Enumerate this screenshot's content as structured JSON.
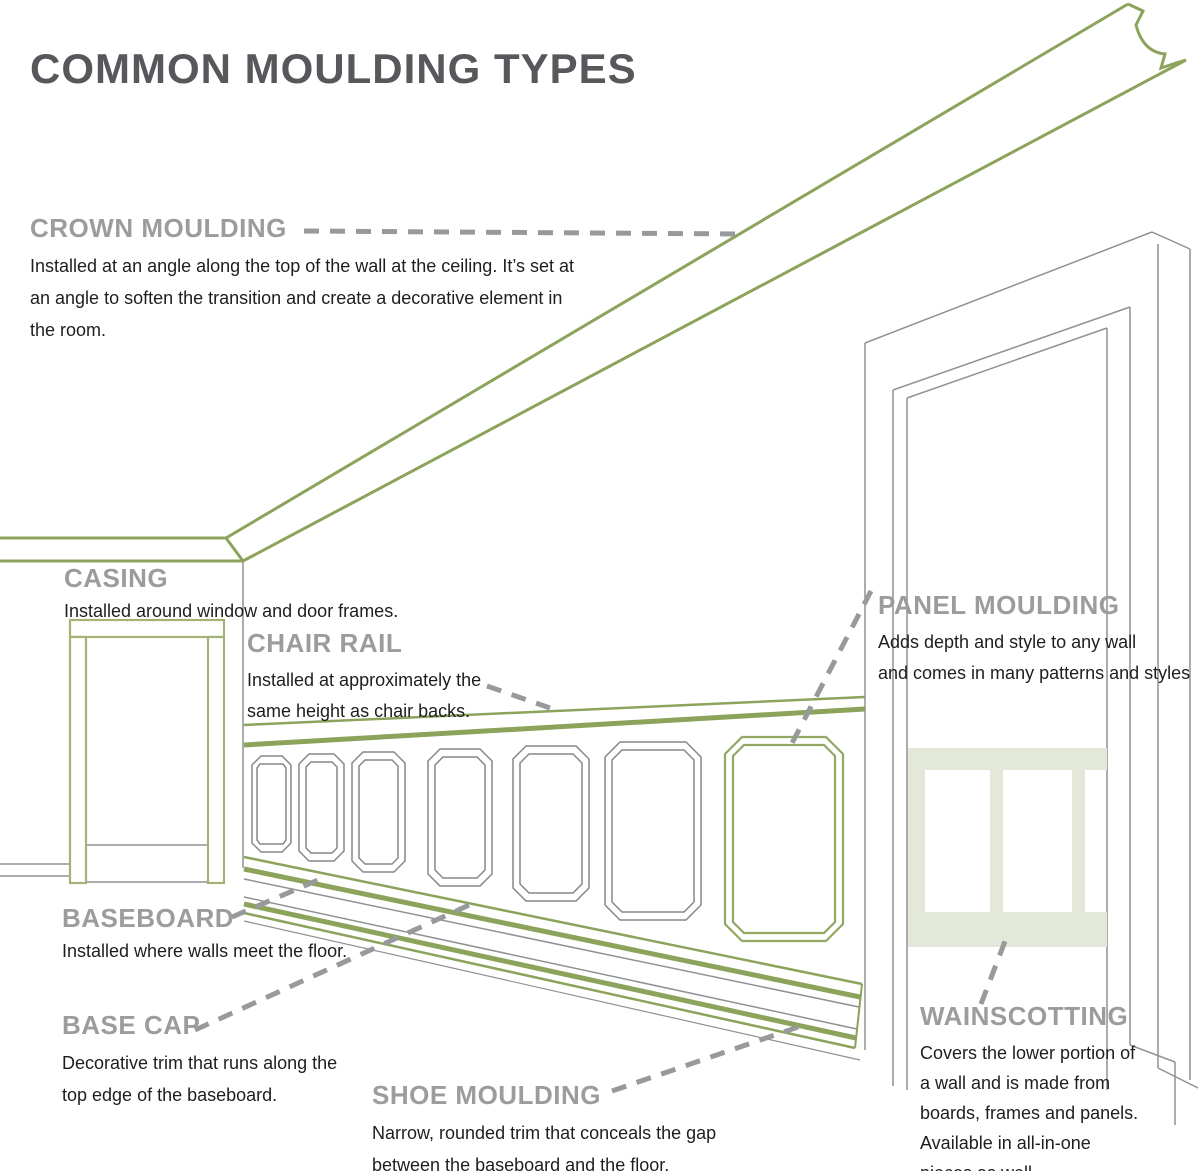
{
  "title": "COMMON MOULDING TYPES",
  "colors": {
    "accent_green": "#8ca35c",
    "casing_green": "#a3b374",
    "panel_green": "#93a864",
    "wainscot_fill": "#e4e8d8",
    "outline_gray": "#8a8c8e",
    "dash_gray": "#97999b",
    "heading_gray": "#9c9c9c",
    "title_gray": "#57585b"
  },
  "callouts": {
    "crown": {
      "label": "CROWN MOULDING",
      "lines": [
        "Installed at an angle along the top of the wall at the ceiling.  It’s set at",
        "an angle to soften the transition and create a decorative element in",
        "the room."
      ]
    },
    "casing": {
      "label": "CASING",
      "lines": [
        "Installed around window and door frames."
      ]
    },
    "chair_rail": {
      "label": "CHAIR RAIL",
      "lines": [
        "Installed at approximately the",
        "same height as chair backs."
      ]
    },
    "panel": {
      "label": "PANEL MOULDING",
      "lines": [
        "Adds depth and style to any wall",
        "and comes in many patterns and styles"
      ]
    },
    "baseboard": {
      "label": "BASEBOARD",
      "lines": [
        "Installed where walls meet the floor."
      ]
    },
    "base_cap": {
      "label": "BASE CAP",
      "lines": [
        "Decorative trim that runs along the",
        "top edge of the baseboard."
      ]
    },
    "shoe": {
      "label": "SHOE MOULDING",
      "lines": [
        "Narrow, rounded trim that conceals the gap",
        "between the baseboard and the floor."
      ]
    },
    "wainscotting": {
      "label": "WAINSCOTTING",
      "lines": [
        "Covers the lower portion of",
        "a wall and is made from",
        "boards, frames and panels.",
        "Available in all-in-one",
        "pieces as well."
      ]
    }
  }
}
